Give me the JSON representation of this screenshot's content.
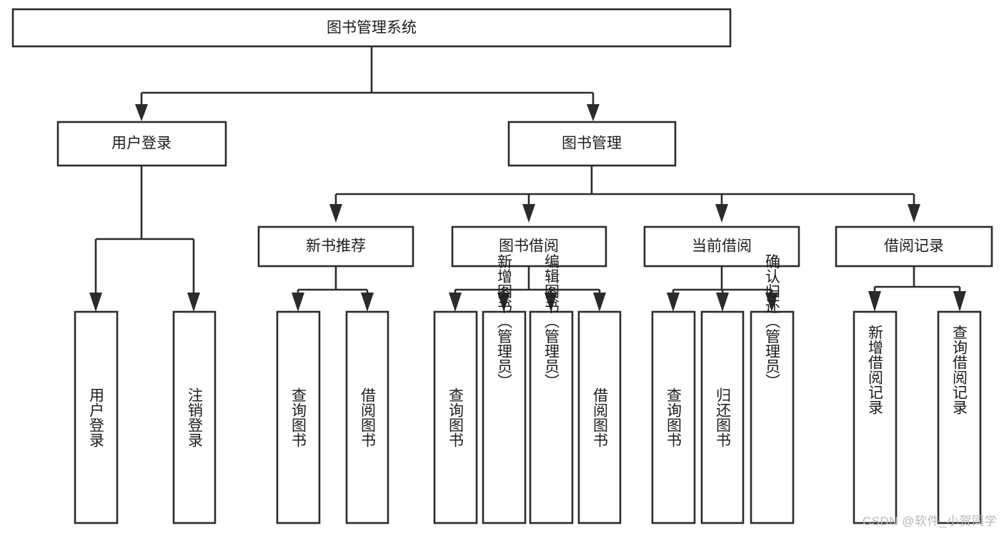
{
  "diagram": {
    "title": "图书管理系统",
    "type": "hierarchy-tree",
    "watermark": "CSDN @软件_小贺同学",
    "colors": {
      "stroke": "#2b2b2b",
      "fill": "#ffffff",
      "text": "#1c1c1c",
      "watermark": "#b9b9b9",
      "background": "#ffffff"
    },
    "levels": {
      "root": {
        "label": "图书管理系统"
      },
      "level2": [
        {
          "id": "user-login",
          "label": "用户登录"
        },
        {
          "id": "book-management",
          "label": "图书管理"
        }
      ],
      "level3": [
        {
          "id": "new-book-recommend",
          "label": "新书推荐"
        },
        {
          "id": "book-borrow",
          "label": "图书借阅"
        },
        {
          "id": "current-borrow",
          "label": "当前借阅"
        },
        {
          "id": "borrow-record",
          "label": "借阅记录"
        }
      ],
      "leaves": {
        "user-login": [
          {
            "id": "leaf-user-login",
            "label": "用户登录"
          },
          {
            "id": "leaf-logout-login",
            "label": "注销登录"
          }
        ],
        "new-book-recommend": [
          {
            "id": "leaf-query-book-1",
            "label": "查询图书"
          },
          {
            "id": "leaf-borrow-book-1",
            "label": "借阅图书"
          }
        ],
        "book-borrow": [
          {
            "id": "leaf-query-book-2",
            "label": "查询图书"
          },
          {
            "id": "leaf-add-book-admin",
            "label": "新增图书（管理员）"
          },
          {
            "id": "leaf-edit-book-admin",
            "label": "编辑图书（管理员）"
          },
          {
            "id": "leaf-borrow-book-2",
            "label": "借阅图书"
          }
        ],
        "current-borrow": [
          {
            "id": "leaf-query-book-3",
            "label": "查询图书"
          },
          {
            "id": "leaf-return-book",
            "label": "归还图书"
          },
          {
            "id": "leaf-confirm-return-admin",
            "label": "确认归还（管理员）"
          }
        ],
        "borrow-record": [
          {
            "id": "leaf-add-borrow-record",
            "label": "新增借阅记录"
          },
          {
            "id": "leaf-query-borrow-record",
            "label": "查询借阅记录"
          }
        ]
      }
    }
  }
}
